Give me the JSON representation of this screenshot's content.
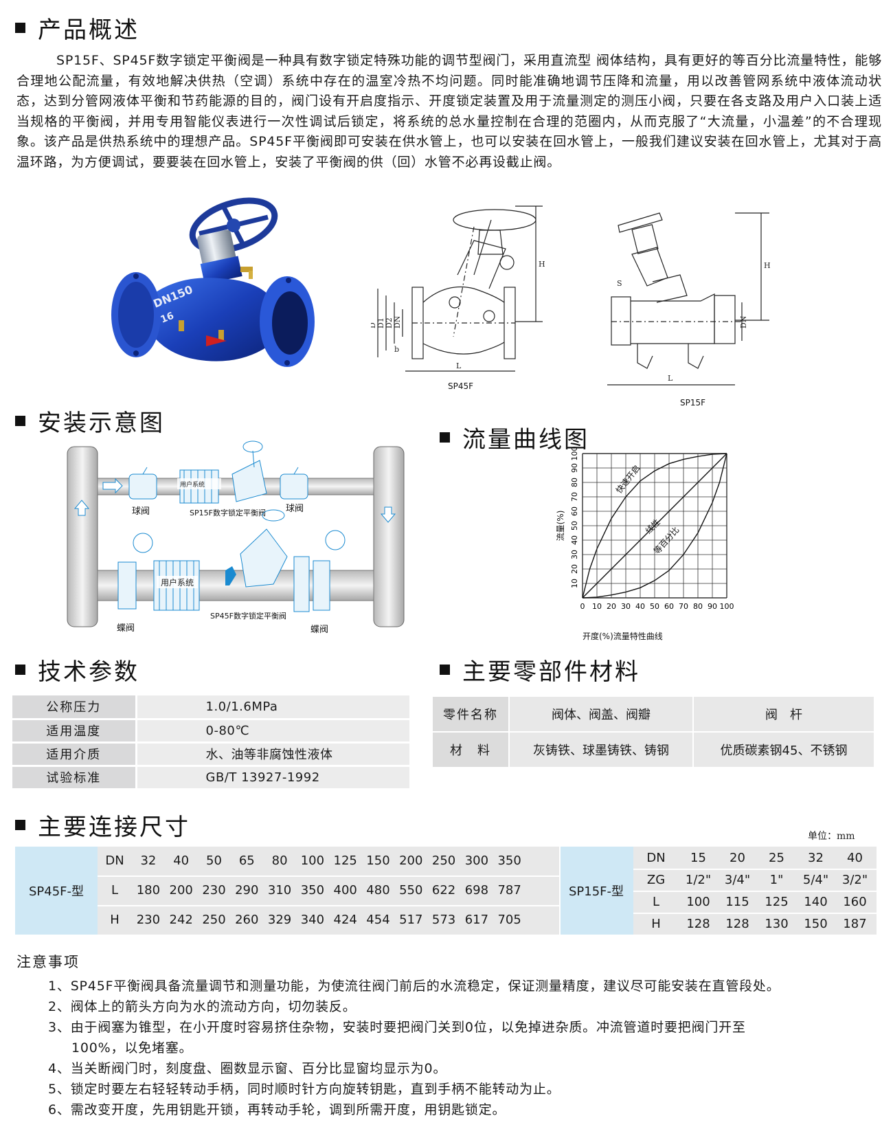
{
  "sections": {
    "overview": "产品概述",
    "install": "安装示意图",
    "flow": "流量曲线图",
    "tech": "技术参数",
    "materials": "主要零部件材料",
    "dimensions": "主要连接尺寸"
  },
  "intro": "SP15F、SP45F数字锁定平衡阀是一种具有数字锁定特殊功能的调节型阀门，采用直流型 阀体结构，具有更好的等百分比流量特性，能够合理地公配流量，有效地解决供热（空调）系统中存在的温室冷热不均问题。同时能准确地调节压降和流量，用以改善管网系统中液体流动状态，达到分管网液体平衡和节药能源的目的，阀门设有开启度指示、开度锁定装置及用于流量测定的测压小阀，只要在各支路及用户入口装上适当规格的平衡阀，并用专用智能仪表进行一次性调试后锁定，将系统的总水量控制在合理的范圈内，从而克服了“大流量，小温差”的不合理现象。该产品是供热系统中的理想产品。SP45F平衡阀即可安装在供水管上，也可以安装在回水管上，一般我们建议安装在回水管上，尤其对于高温环路，为方便调试，要要装在回水管上，安装了平衡阀的供（回）水管不必再设截止阀。",
  "photo": {
    "marking": "DN150",
    "marking2": "16"
  },
  "drawings": {
    "sp45f_caption": "SP45F",
    "sp15f_caption": "SP15F",
    "labels": {
      "H": "H",
      "L": "L",
      "D": "D",
      "D1": "D1",
      "D2": "D2",
      "DN": "DN",
      "b": "b",
      "S": "S"
    }
  },
  "install": {
    "user_system": "用户系统",
    "ball_valve": "球阀",
    "sp15f_label": "SP15F数字锁定平衡阀",
    "ball_valve2": "球阀",
    "butterfly1": "蝶阀",
    "sp45f_label": "SP45F数字锁定平衡阀",
    "butterfly2": "蝶阀"
  },
  "chart_data": {
    "type": "line",
    "xlabel": "开度(%)流量特性曲线",
    "ylabel": "流量(%)",
    "xlim": [
      0,
      100
    ],
    "ylim": [
      0,
      100
    ],
    "x_ticks": [
      "0",
      "10",
      "20",
      "30",
      "40",
      "50",
      "60",
      "70",
      "80",
      "90",
      "100"
    ],
    "y_ticks": [
      "10",
      "20",
      "30",
      "40",
      "50",
      "60",
      "70",
      "80",
      "90",
      "100"
    ],
    "grid": true,
    "series": [
      {
        "name": "快速开启",
        "x": [
          0,
          5,
          10,
          20,
          30,
          40,
          50,
          60,
          70,
          80,
          90,
          100
        ],
        "y": [
          0,
          20,
          34,
          55,
          70,
          81,
          88,
          93,
          96,
          98,
          99.5,
          100
        ]
      },
      {
        "name": "线性",
        "x": [
          0,
          100
        ],
        "y": [
          0,
          100
        ]
      },
      {
        "name": "等百分比",
        "x": [
          0,
          10,
          20,
          30,
          40,
          50,
          60,
          70,
          80,
          90,
          95,
          100
        ],
        "y": [
          0,
          0.5,
          2,
          4,
          7,
          12,
          19,
          30,
          45,
          66,
          80,
          100
        ]
      }
    ]
  },
  "tech": {
    "rows": [
      {
        "k": "公称压力",
        "v": "1.0/1.6MPa"
      },
      {
        "k": "适用温度",
        "v": "0-80℃"
      },
      {
        "k": "适用介质",
        "v": "水、油等非腐蚀性液体"
      },
      {
        "k": "试验标准",
        "v": "GB/T 13927-1992"
      }
    ]
  },
  "materials": {
    "head": [
      "零件名称",
      "阀体、阀盖、阀瓣",
      "阀　杆"
    ],
    "row": [
      "材　料",
      "灰铸铁、球墨铸铁、铸钢",
      "优质碳素钢45、不锈钢"
    ]
  },
  "unit": "单位：mm",
  "sp45f": {
    "model": "SP45F-型",
    "DN": [
      "DN",
      "32",
      "40",
      "50",
      "65",
      "80",
      "100",
      "125",
      "150",
      "200",
      "250",
      "300",
      "350"
    ],
    "L": [
      "L",
      "180",
      "200",
      "230",
      "290",
      "310",
      "350",
      "400",
      "480",
      "550",
      "622",
      "698",
      "787"
    ],
    "H": [
      "H",
      "230",
      "242",
      "250",
      "260",
      "329",
      "340",
      "424",
      "454",
      "517",
      "573",
      "617",
      "705"
    ]
  },
  "sp15f": {
    "model": "SP15F-型",
    "DN": [
      "DN",
      "15",
      "20",
      "25",
      "32",
      "40"
    ],
    "ZG": [
      "ZG",
      "1/2\"",
      "3/4\"",
      "1\"",
      "5/4\"",
      "3/2\""
    ],
    "L": [
      "L",
      "100",
      "115",
      "125",
      "140",
      "160"
    ],
    "H": [
      "H",
      "128",
      "128",
      "130",
      "150",
      "187"
    ]
  },
  "notes": {
    "title": "注意事项",
    "items": [
      "1、SP45F平衡阀具备流量调节和测量功能，为使流往阀门前后的水流稳定，保证测量精度，建议尽可能安装在直管段处。",
      "2、阀体上的箭头方向为水的流动方向，切勿装反。",
      "3、由于阀塞为锥型，在小开度时容易挤住杂物，安装时要把阀门关到0位，以免掉进杂质。冲流管道时要把阀门开至",
      "100%，以免堵塞。",
      "4、当关断阀门时，刻度盘、圈数显示窗、百分比显窗均显示为0。",
      "5、锁定时要左右轻轻转动手柄，同时顺时针方向旋转钥匙，直到手柄不能转动为止。",
      "6、需改变开度，先用钥匙开锁，再转动手轮，调到所需开度，用钥匙锁定。"
    ]
  }
}
